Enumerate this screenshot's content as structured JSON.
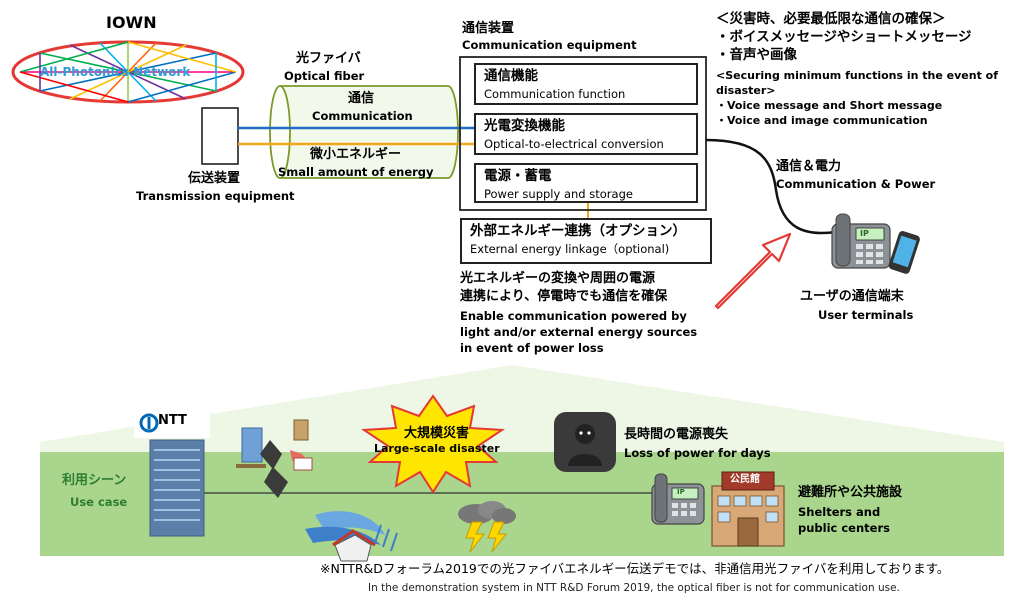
{
  "iown": {
    "title": "IOWN",
    "network_label": "All-Photonics Network"
  },
  "fiber": {
    "title_jp": "光ファイバ",
    "title_en": "Optical fiber",
    "comm_jp": "通信",
    "comm_en": "Communication",
    "energy_jp": "微小エネルギー",
    "energy_en": "Small amount of energy"
  },
  "transmission": {
    "jp": "伝送装置",
    "en": "Transmission equipment"
  },
  "equipment": {
    "title_jp": "通信装置",
    "title_en": "Communication equipment",
    "modules": [
      {
        "jp": "通信機能",
        "en": "Communication function"
      },
      {
        "jp": "光電変換機能",
        "en": "Optical-to-electrical conversion"
      },
      {
        "jp": "電源・蓄電",
        "en": "Power supply and storage"
      }
    ],
    "external_jp": "外部エネルギー連携（オプション）",
    "external_en": "External energy linkage（optional)"
  },
  "enable": {
    "jp_line1": "光エネルギーの変換や周囲の電源",
    "jp_line2": "連携により、停電時でも通信を確保",
    "en_line1": "Enable communication powered by",
    "en_line2": "light and/or external energy sources",
    "en_line3": "in event of power loss"
  },
  "disaster_notes": {
    "jp_title": "＜災害時、必要最低限な通信の確保＞",
    "jp_item1": "・ボイスメッセージやショートメッセージ",
    "jp_item2": "・音声や画像",
    "en_title_1": "<Securing minimum functions in the event of",
    "en_title_2": "disaster>",
    "en_item1": "・Voice message and Short message",
    "en_item2": "・Voice and image communication"
  },
  "comm_power": {
    "jp": "通信＆電力",
    "en": "Communication & Power"
  },
  "user_terminals": {
    "jp": "ユーザの通信端末",
    "en": "User terminals",
    "phone_screen": "IP"
  },
  "use_case": {
    "logo": "NTT",
    "label_jp": "利用シーン",
    "label_en": "Use case",
    "disaster_jp": "大規模災害",
    "disaster_en": "Large-scale disaster",
    "power_loss_jp": "長時間の電源喪失",
    "power_loss_en": "Loss of power for days",
    "shelter_jp": "避難所や公共施設",
    "shelter_en_1": "Shelters and",
    "shelter_en_2": "public centers",
    "shelter_sign": "公民館",
    "phone_screen": "IP"
  },
  "footnote": {
    "jp": "※NTTR&Dフォーラム2019での光ファイバエネルギー伝送デモでは、非通信用光ファイバを利用しております。",
    "en": "In the demonstration system in NTT R&D Forum 2019, the optical fiber is not for communication use."
  },
  "colors": {
    "comm_line": "#1f6fc5",
    "energy_line": "#f2a81d",
    "fiber_outline": "#7a9a2a",
    "use_case_bg": "#a9d68c",
    "use_case_text": "#2e7d32",
    "burst": "#ffe600",
    "alert_arrow": "#e53935"
  }
}
